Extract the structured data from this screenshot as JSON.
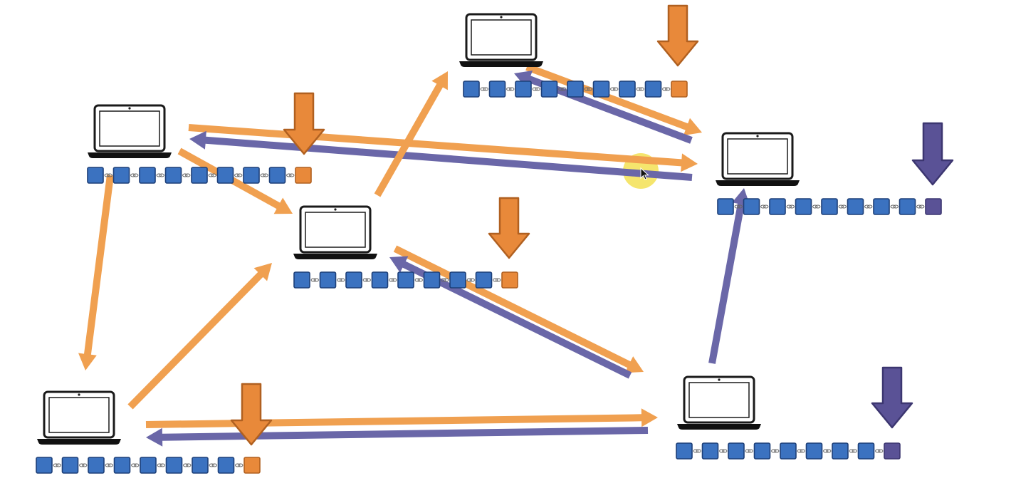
{
  "colors": {
    "background": "#ffffff",
    "orange": "#f0a050",
    "orange_dark": "#e8893a",
    "orange_outline": "#b06020",
    "purple": "#6a67a8",
    "purple_dark": "#5a5296",
    "purple_outline": "#3c3670",
    "block_fill": "#3b72c0",
    "block_outline": "#1d3f78",
    "cursor_highlight": "#f2dc3c"
  },
  "nodes": [
    {
      "id": "node-top-center",
      "icon": "laptop-icon",
      "chain": {
        "blocks": 8,
        "tip": "orange"
      },
      "new_block_marker": "orange"
    },
    {
      "id": "node-top-left",
      "icon": "laptop-icon",
      "chain": {
        "blocks": 8,
        "tip": "orange"
      },
      "new_block_marker": "orange"
    },
    {
      "id": "node-right",
      "icon": "laptop-icon",
      "chain": {
        "blocks": 8,
        "tip": "purple"
      },
      "new_block_marker": "purple"
    },
    {
      "id": "node-center",
      "icon": "laptop-icon",
      "chain": {
        "blocks": 8,
        "tip": "orange"
      },
      "new_block_marker": "orange"
    },
    {
      "id": "node-bottom-left",
      "icon": "laptop-icon",
      "chain": {
        "blocks": 8,
        "tip": "orange"
      },
      "new_block_marker": "orange"
    },
    {
      "id": "node-bottom-right",
      "icon": "laptop-icon",
      "chain": {
        "blocks": 8,
        "tip": "purple"
      },
      "new_block_marker": "purple"
    }
  ],
  "links": [
    {
      "from": "node-top-left",
      "to": "node-right",
      "color": "orange"
    },
    {
      "from": "node-right",
      "to": "node-top-left",
      "color": "purple"
    },
    {
      "from": "node-top-center",
      "to": "node-right",
      "color": "orange"
    },
    {
      "from": "node-right",
      "to": "node-top-center",
      "color": "purple"
    },
    {
      "from": "node-top-left",
      "to": "node-center",
      "color": "orange"
    },
    {
      "from": "node-center",
      "to": "node-top-center",
      "color": "orange"
    },
    {
      "from": "node-top-left",
      "to": "node-bottom-left",
      "color": "orange"
    },
    {
      "from": "node-bottom-left",
      "to": "node-center",
      "color": "orange"
    },
    {
      "from": "node-center",
      "to": "node-bottom-right",
      "color": "orange"
    },
    {
      "from": "node-bottom-right",
      "to": "node-center",
      "color": "purple"
    },
    {
      "from": "node-bottom-left",
      "to": "node-bottom-right",
      "color": "orange"
    },
    {
      "from": "node-bottom-right",
      "to": "node-bottom-left",
      "color": "purple"
    },
    {
      "from": "node-bottom-right",
      "to": "node-right",
      "color": "purple"
    }
  ],
  "cursor": {
    "icon": "mouse-pointer-icon",
    "highlight": true
  }
}
